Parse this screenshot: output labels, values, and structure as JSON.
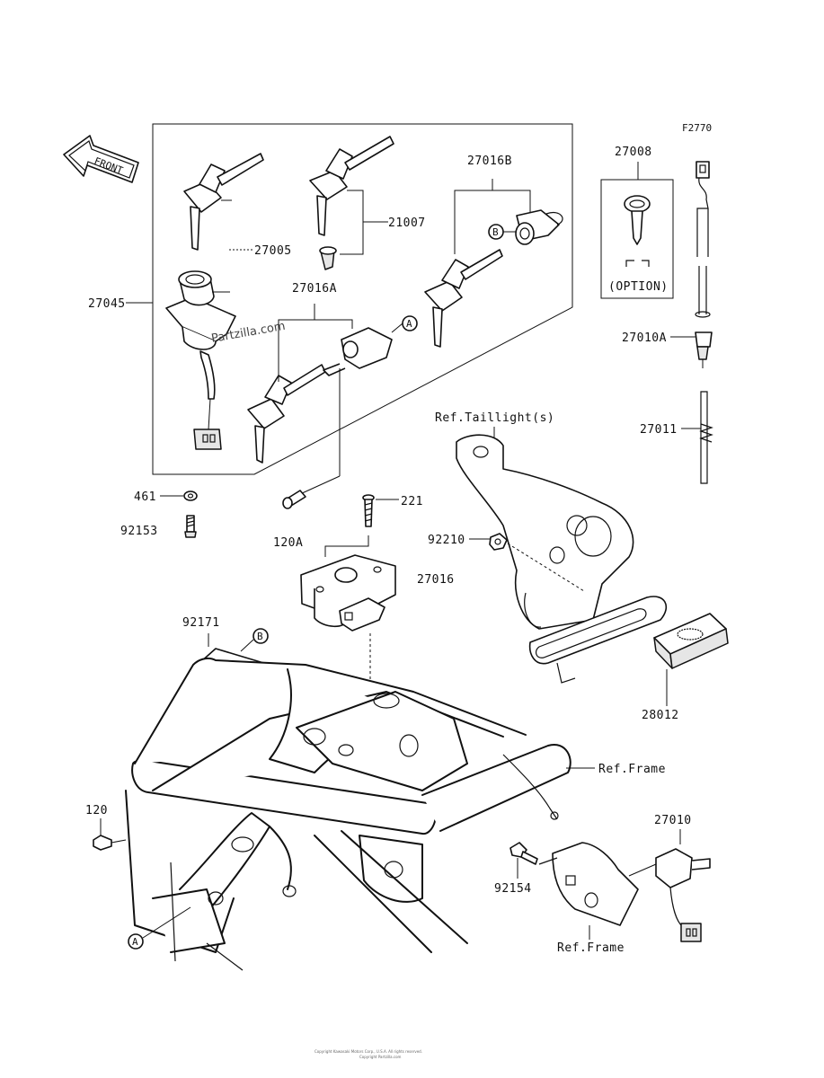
{
  "figure_code": "F2770",
  "front_label": "FRONT",
  "watermark": "Partzilla.com",
  "option_label": "(OPTION)",
  "callout_a": "A",
  "callout_b": "B",
  "labels": {
    "p27005": "27005",
    "p21007": "21007",
    "p27016B": "27016B",
    "p27008": "27008",
    "p27045": "27045",
    "p27016A": "27016A",
    "p27010A": "27010A",
    "p27011": "27011",
    "ref_taillight": "Ref.Taillight(s)",
    "p461": "461",
    "p221": "221",
    "p92153": "92153",
    "p120A": "120A",
    "p92210": "92210",
    "p27016": "27016",
    "p92171": "92171",
    "p28012": "28012",
    "ref_frame_1": "Ref.Frame",
    "p120": "120",
    "p27010": "27010",
    "p92154": "92154",
    "ref_frame_2": "Ref.Frame"
  },
  "footer": {
    "line1": "Copyright Kawasaki Motors Corp., U.S.A. All rights reserved.",
    "line2": "Copyright Partzilla.com"
  }
}
